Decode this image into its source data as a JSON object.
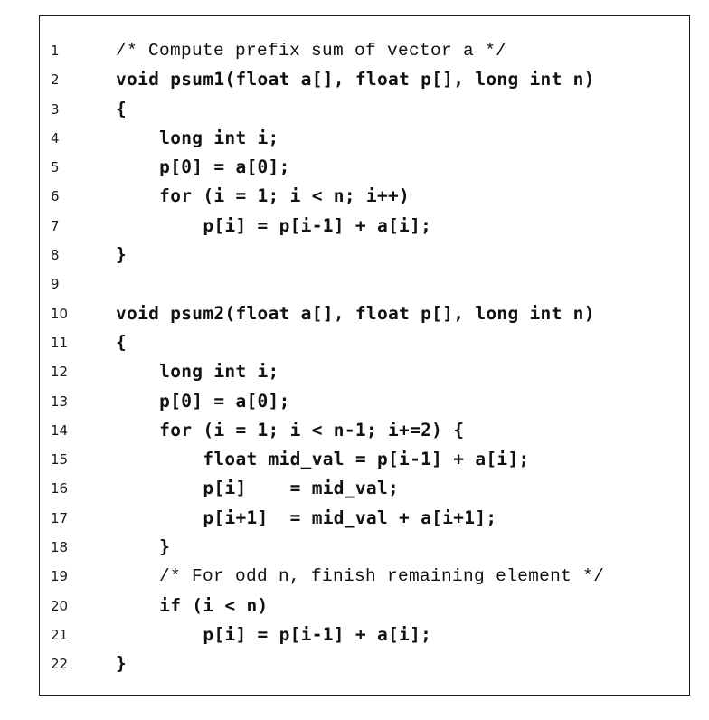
{
  "lines": [
    {
      "num": "1",
      "text": "/* Compute prefix sum of vector a */",
      "comment": true
    },
    {
      "num": "2",
      "text": "void psum1(float a[], float p[], long int n)",
      "comment": false
    },
    {
      "num": "3",
      "text": "{",
      "comment": false
    },
    {
      "num": "4",
      "text": "    long int i;",
      "comment": false
    },
    {
      "num": "5",
      "text": "    p[0] = a[0];",
      "comment": false
    },
    {
      "num": "6",
      "text": "    for (i = 1; i < n; i++)",
      "comment": false
    },
    {
      "num": "7",
      "text": "        p[i] = p[i-1] + a[i];",
      "comment": false
    },
    {
      "num": "8",
      "text": "}",
      "comment": false
    },
    {
      "num": "9",
      "text": "",
      "comment": false
    },
    {
      "num": "10",
      "text": "void psum2(float a[], float p[], long int n)",
      "comment": false
    },
    {
      "num": "11",
      "text": "{",
      "comment": false
    },
    {
      "num": "12",
      "text": "    long int i;",
      "comment": false
    },
    {
      "num": "13",
      "text": "    p[0] = a[0];",
      "comment": false
    },
    {
      "num": "14",
      "text": "    for (i = 1; i < n-1; i+=2) {",
      "comment": false
    },
    {
      "num": "15",
      "text": "        float mid_val = p[i-1] + a[i];",
      "comment": false
    },
    {
      "num": "16",
      "text": "        p[i]    = mid_val;",
      "comment": false
    },
    {
      "num": "17",
      "text": "        p[i+1]  = mid_val + a[i+1];",
      "comment": false
    },
    {
      "num": "18",
      "text": "    }",
      "comment": false
    },
    {
      "num": "19",
      "text": "    /* For odd n, finish remaining element */",
      "comment": true
    },
    {
      "num": "20",
      "text": "    if (i < n)",
      "comment": false
    },
    {
      "num": "21",
      "text": "        p[i] = p[i-1] + a[i];",
      "comment": false
    },
    {
      "num": "22",
      "text": "}",
      "comment": false
    }
  ]
}
